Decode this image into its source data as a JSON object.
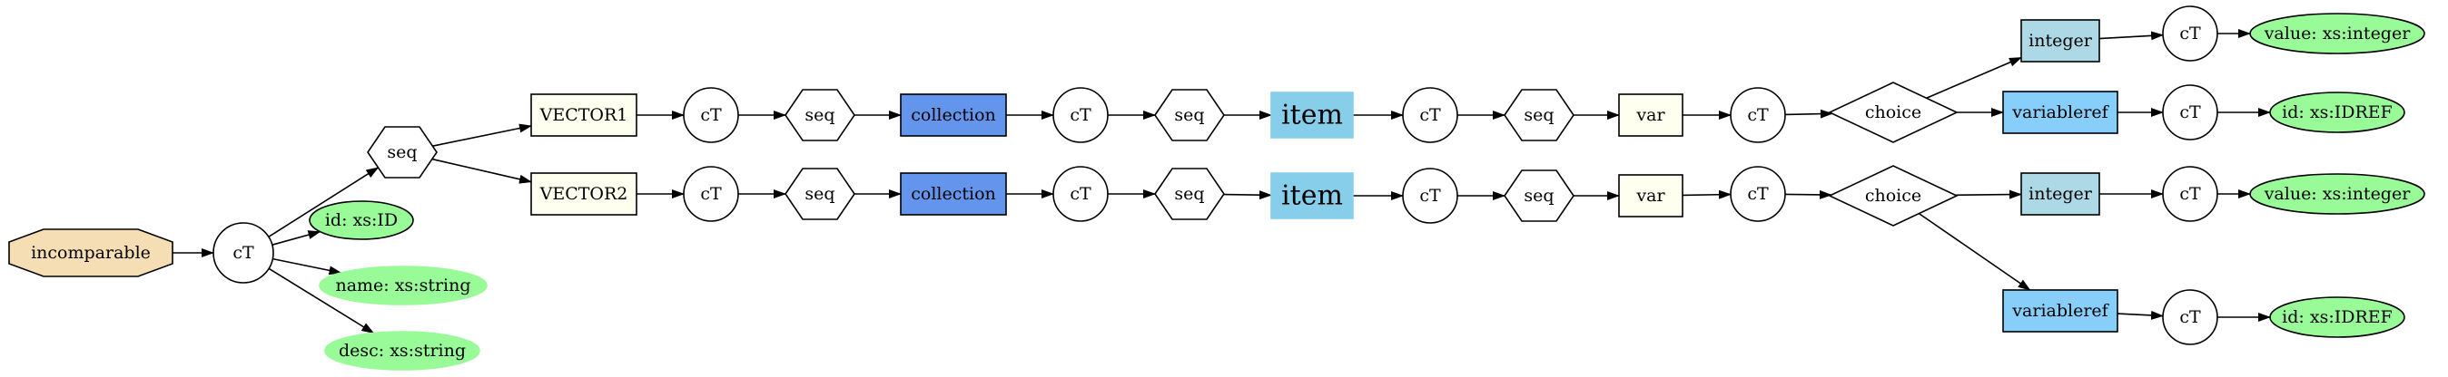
{
  "diagram": {
    "nodes": [
      {
        "id": "incomparable",
        "label": "incomparable",
        "shape": "octagon",
        "fill": "#f5deb3"
      },
      {
        "id": "ct_root",
        "label": "cT",
        "shape": "circle",
        "fill": "#ffffff"
      },
      {
        "id": "seq_root",
        "label": "seq",
        "shape": "hexagon",
        "fill": "#ffffff"
      },
      {
        "id": "attr_id",
        "label": "id: xs:ID",
        "shape": "ellipse",
        "fill": "#98fb98",
        "stroke": "#000000"
      },
      {
        "id": "attr_name",
        "label": "name: xs:string",
        "shape": "ellipse",
        "fill": "#98fb98",
        "stroke": "#98fb98"
      },
      {
        "id": "attr_desc",
        "label": "desc: xs:string",
        "shape": "ellipse",
        "fill": "#98fb98",
        "stroke": "#98fb98"
      },
      {
        "id": "vector1",
        "label": "VECTOR1",
        "shape": "box",
        "fill": "#fffff0"
      },
      {
        "id": "ct_v1",
        "label": "cT",
        "shape": "circle",
        "fill": "#ffffff"
      },
      {
        "id": "seq_v1",
        "label": "seq",
        "shape": "hexagon",
        "fill": "#ffffff"
      },
      {
        "id": "coll_v1",
        "label": "collection",
        "shape": "box",
        "fill": "#6495ed"
      },
      {
        "id": "ct_c1",
        "label": "cT",
        "shape": "circle",
        "fill": "#ffffff"
      },
      {
        "id": "seq_c1",
        "label": "seq",
        "shape": "hexagon",
        "fill": "#ffffff"
      },
      {
        "id": "item_1",
        "label": "item",
        "shape": "box-large",
        "fill": "#87ceeb",
        "stroke": "#87ceeb"
      },
      {
        "id": "ct_i1",
        "label": "cT",
        "shape": "circle",
        "fill": "#ffffff"
      },
      {
        "id": "seq_i1",
        "label": "seq",
        "shape": "hexagon",
        "fill": "#ffffff"
      },
      {
        "id": "var_1",
        "label": "var",
        "shape": "box",
        "fill": "#fffff0"
      },
      {
        "id": "ct_var1",
        "label": "cT",
        "shape": "circle",
        "fill": "#ffffff"
      },
      {
        "id": "choice_1",
        "label": "choice",
        "shape": "diamond",
        "fill": "#ffffff"
      },
      {
        "id": "int_1",
        "label": "integer",
        "shape": "box",
        "fill": "#add8e6"
      },
      {
        "id": "ct_int1",
        "label": "cT",
        "shape": "circle",
        "fill": "#ffffff"
      },
      {
        "id": "val_int1",
        "label": "value: xs:integer",
        "shape": "ellipse",
        "fill": "#98fb98",
        "stroke": "#000000"
      },
      {
        "id": "varref_1",
        "label": "variableref",
        "shape": "box",
        "fill": "#87cefa"
      },
      {
        "id": "ct_vr1",
        "label": "cT",
        "shape": "circle",
        "fill": "#ffffff"
      },
      {
        "id": "id_vr1",
        "label": "id: xs:IDREF",
        "shape": "ellipse",
        "fill": "#98fb98",
        "stroke": "#000000"
      },
      {
        "id": "vector2",
        "label": "VECTOR2",
        "shape": "box",
        "fill": "#fffff0"
      },
      {
        "id": "ct_v2",
        "label": "cT",
        "shape": "circle",
        "fill": "#ffffff"
      },
      {
        "id": "seq_v2",
        "label": "seq",
        "shape": "hexagon",
        "fill": "#ffffff"
      },
      {
        "id": "coll_v2",
        "label": "collection",
        "shape": "box",
        "fill": "#6495ed"
      },
      {
        "id": "ct_c2",
        "label": "cT",
        "shape": "circle",
        "fill": "#ffffff"
      },
      {
        "id": "seq_c2",
        "label": "seq",
        "shape": "hexagon",
        "fill": "#ffffff"
      },
      {
        "id": "item_2",
        "label": "item",
        "shape": "box-large",
        "fill": "#87ceeb",
        "stroke": "#87ceeb"
      },
      {
        "id": "ct_i2",
        "label": "cT",
        "shape": "circle",
        "fill": "#ffffff"
      },
      {
        "id": "seq_i2",
        "label": "seq",
        "shape": "hexagon",
        "fill": "#ffffff"
      },
      {
        "id": "var_2",
        "label": "var",
        "shape": "box",
        "fill": "#fffff0"
      },
      {
        "id": "ct_var2",
        "label": "cT",
        "shape": "circle",
        "fill": "#ffffff"
      },
      {
        "id": "choice_2",
        "label": "choice",
        "shape": "diamond",
        "fill": "#ffffff"
      },
      {
        "id": "int_2",
        "label": "integer",
        "shape": "box",
        "fill": "#add8e6"
      },
      {
        "id": "ct_int2",
        "label": "cT",
        "shape": "circle",
        "fill": "#ffffff"
      },
      {
        "id": "val_int2",
        "label": "value: xs:integer",
        "shape": "ellipse",
        "fill": "#98fb98",
        "stroke": "#000000"
      },
      {
        "id": "varref_2",
        "label": "variableref",
        "shape": "box",
        "fill": "#87cefa"
      },
      {
        "id": "ct_vr2",
        "label": "cT",
        "shape": "circle",
        "fill": "#ffffff"
      },
      {
        "id": "id_vr2",
        "label": "id: xs:IDREF",
        "shape": "ellipse",
        "fill": "#98fb98",
        "stroke": "#000000"
      }
    ],
    "edges": [
      [
        "incomparable",
        "ct_root"
      ],
      [
        "ct_root",
        "seq_root"
      ],
      [
        "ct_root",
        "attr_id"
      ],
      [
        "ct_root",
        "attr_name"
      ],
      [
        "ct_root",
        "attr_desc"
      ],
      [
        "seq_root",
        "vector1"
      ],
      [
        "seq_root",
        "vector2"
      ],
      [
        "vector1",
        "ct_v1"
      ],
      [
        "ct_v1",
        "seq_v1"
      ],
      [
        "seq_v1",
        "coll_v1"
      ],
      [
        "coll_v1",
        "ct_c1"
      ],
      [
        "ct_c1",
        "seq_c1"
      ],
      [
        "seq_c1",
        "item_1"
      ],
      [
        "item_1",
        "ct_i1"
      ],
      [
        "ct_i1",
        "seq_i1"
      ],
      [
        "seq_i1",
        "var_1"
      ],
      [
        "var_1",
        "ct_var1"
      ],
      [
        "ct_var1",
        "choice_1"
      ],
      [
        "choice_1",
        "int_1"
      ],
      [
        "choice_1",
        "varref_1"
      ],
      [
        "int_1",
        "ct_int1"
      ],
      [
        "ct_int1",
        "val_int1"
      ],
      [
        "varref_1",
        "ct_vr1"
      ],
      [
        "ct_vr1",
        "id_vr1"
      ],
      [
        "vector2",
        "ct_v2"
      ],
      [
        "ct_v2",
        "seq_v2"
      ],
      [
        "seq_v2",
        "coll_v2"
      ],
      [
        "coll_v2",
        "ct_c2"
      ],
      [
        "ct_c2",
        "seq_c2"
      ],
      [
        "seq_c2",
        "item_2"
      ],
      [
        "item_2",
        "ct_i2"
      ],
      [
        "ct_i2",
        "seq_i2"
      ],
      [
        "seq_i2",
        "var_2"
      ],
      [
        "var_2",
        "ct_var2"
      ],
      [
        "ct_var2",
        "choice_2"
      ],
      [
        "choice_2",
        "int_2"
      ],
      [
        "choice_2",
        "varref_2"
      ],
      [
        "int_2",
        "ct_int2"
      ],
      [
        "ct_int2",
        "val_int2"
      ],
      [
        "varref_2",
        "ct_vr2"
      ],
      [
        "ct_vr2",
        "id_vr2"
      ]
    ]
  }
}
